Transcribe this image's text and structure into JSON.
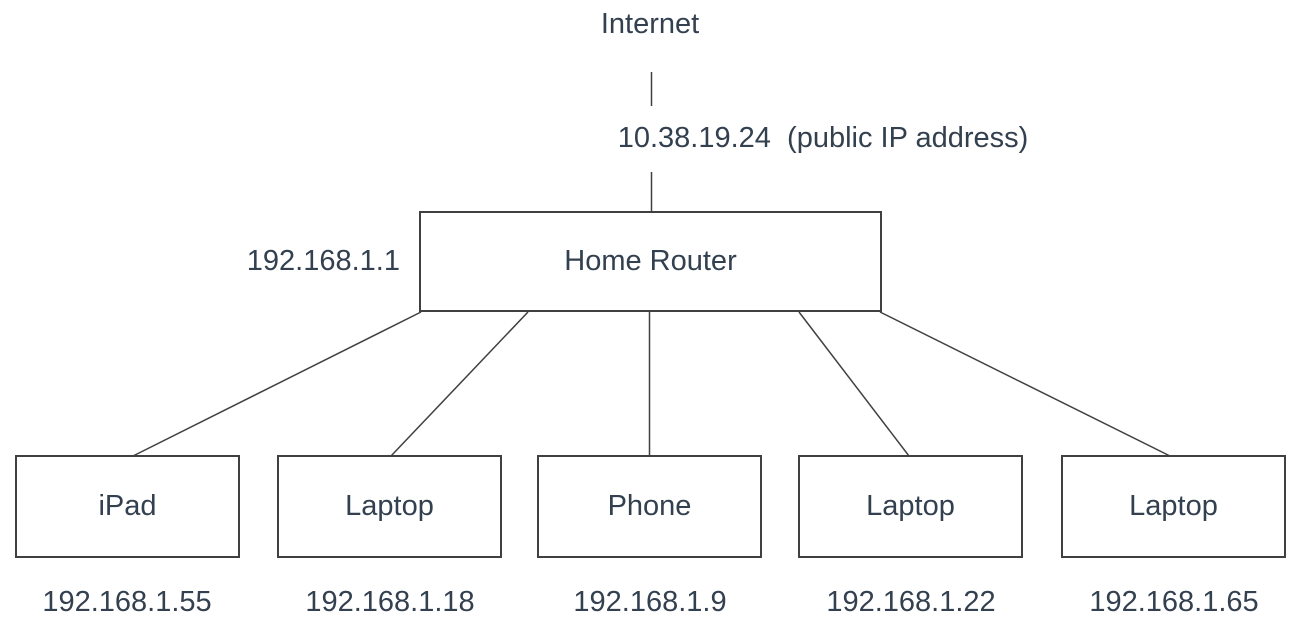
{
  "internet": {
    "label": "Internet",
    "public_ip_label": "10.38.19.24  (public IP address)"
  },
  "router": {
    "name": "Home Router",
    "ip": "192.168.1.1"
  },
  "devices": [
    {
      "name": "iPad",
      "ip": "192.168.1.55"
    },
    {
      "name": "Laptop",
      "ip": "192.168.1.18"
    },
    {
      "name": "Phone",
      "ip": "192.168.1.9"
    },
    {
      "name": "Laptop",
      "ip": "192.168.1.22"
    },
    {
      "name": "Laptop",
      "ip": "192.168.1.65"
    }
  ],
  "colors": {
    "text": "#33404f",
    "line": "#404040",
    "box_border": "#404040",
    "background": "#ffffff"
  }
}
